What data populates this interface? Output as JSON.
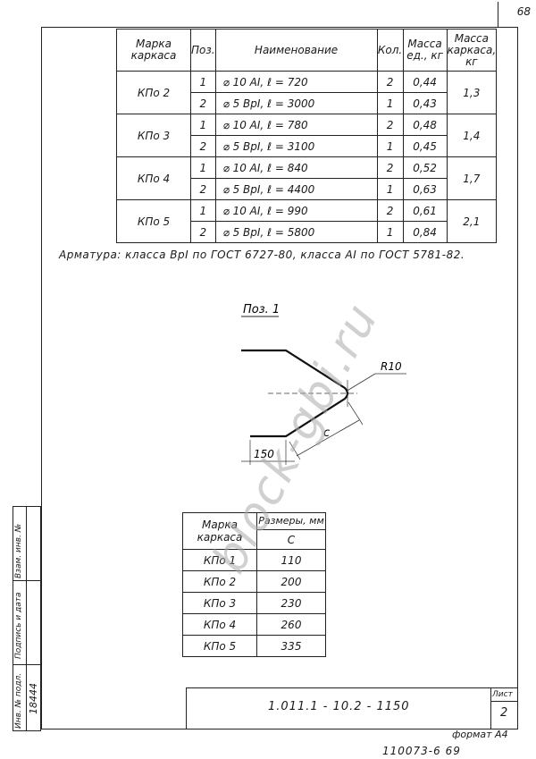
{
  "page_number": "68",
  "spec_table": {
    "headers": {
      "mark": "Марка каркаса",
      "pos": "Поз.",
      "name": "Наименование",
      "qty": "Кол.",
      "mass_unit": "Масса ед., кг",
      "mass_frame": "Масса каркаса, кг"
    },
    "groups": [
      {
        "mark": "КПо 2",
        "mass": "1,3",
        "rows": [
          {
            "pos": "1",
            "name": "⌀ 10 AI,  ℓ = 720",
            "qty": "2",
            "mass": "0,44"
          },
          {
            "pos": "2",
            "name": "⌀ 5 BpI,  ℓ = 3000",
            "qty": "1",
            "mass": "0,43"
          }
        ]
      },
      {
        "mark": "КПо 3",
        "mass": "1,4",
        "rows": [
          {
            "pos": "1",
            "name": "⌀ 10 AI,  ℓ = 780",
            "qty": "2",
            "mass": "0,48"
          },
          {
            "pos": "2",
            "name": "⌀ 5 BpI,  ℓ = 3100",
            "qty": "1",
            "mass": "0,45"
          }
        ]
      },
      {
        "mark": "КПо 4",
        "mass": "1,7",
        "rows": [
          {
            "pos": "1",
            "name": "⌀ 10 AI,  ℓ = 840",
            "qty": "2",
            "mass": "0,52"
          },
          {
            "pos": "2",
            "name": "⌀ 5 BpI,  ℓ = 4400",
            "qty": "1",
            "mass": "0,63"
          }
        ]
      },
      {
        "mark": "КПо 5",
        "mass": "2,1",
        "rows": [
          {
            "pos": "1",
            "name": "⌀ 10 AI,  ℓ = 990",
            "qty": "2",
            "mass": "0,61"
          },
          {
            "pos": "2",
            "name": "⌀ 5 BpI,  ℓ = 5800",
            "qty": "1",
            "mass": "0,84"
          }
        ]
      }
    ]
  },
  "note": "Арматура: класса BpI по ГОСТ 6727-80, класса AI по ГОСТ 5781-82.",
  "drawing": {
    "title": "Поз. 1",
    "radius_label": "R10",
    "dim_c": "c",
    "dim_150": "150"
  },
  "sizes_table": {
    "header_mark": "Марка каркаса",
    "header_sizes": "Размеры, мм",
    "header_c": "C",
    "rows": [
      {
        "mark": "КПо 1",
        "c": "110"
      },
      {
        "mark": "КПо 2",
        "c": "200"
      },
      {
        "mark": "КПо 3",
        "c": "230"
      },
      {
        "mark": "КПо 4",
        "c": "260"
      },
      {
        "mark": "КПо 5",
        "c": "335"
      }
    ]
  },
  "side_stamp": {
    "inv_no_label": "Инв. № подл.",
    "sign_label": "Подпись и дата",
    "replace_label": "Взам. инв. №",
    "inv_no_value": "18444"
  },
  "title_block": {
    "code": "1.011.1 - 10.2 - 1150",
    "sheet_label": "Лист",
    "sheet_no": "2"
  },
  "format": "формат А4",
  "footer": "110073-6       69",
  "watermark": "block-gbi.ru"
}
